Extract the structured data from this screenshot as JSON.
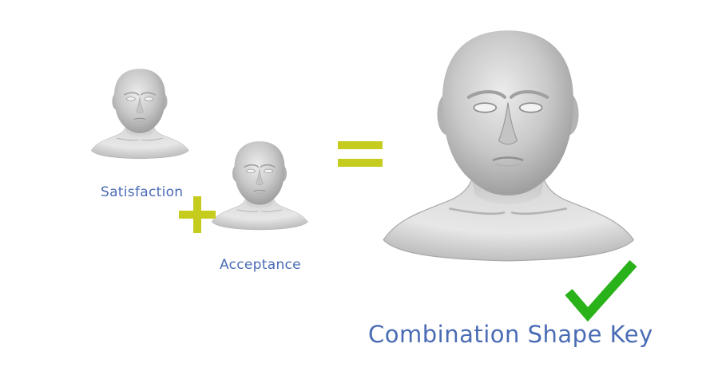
{
  "diagram": {
    "captions": {
      "first_head": "Satisfaction",
      "second_head": "Acceptance",
      "result": "Combination Shape Key"
    },
    "operators": {
      "plus_icon": "plus-icon",
      "equals_icon": "equals-icon",
      "check_icon": "checkmark-icon"
    },
    "colors": {
      "caption": "#4a6cb5",
      "operator": "#c6cc1e",
      "checkmark": "#2ab21b",
      "head_base": "#bdbdbd",
      "head_light": "#ececec",
      "head_dark": "#8f8f8f"
    }
  }
}
